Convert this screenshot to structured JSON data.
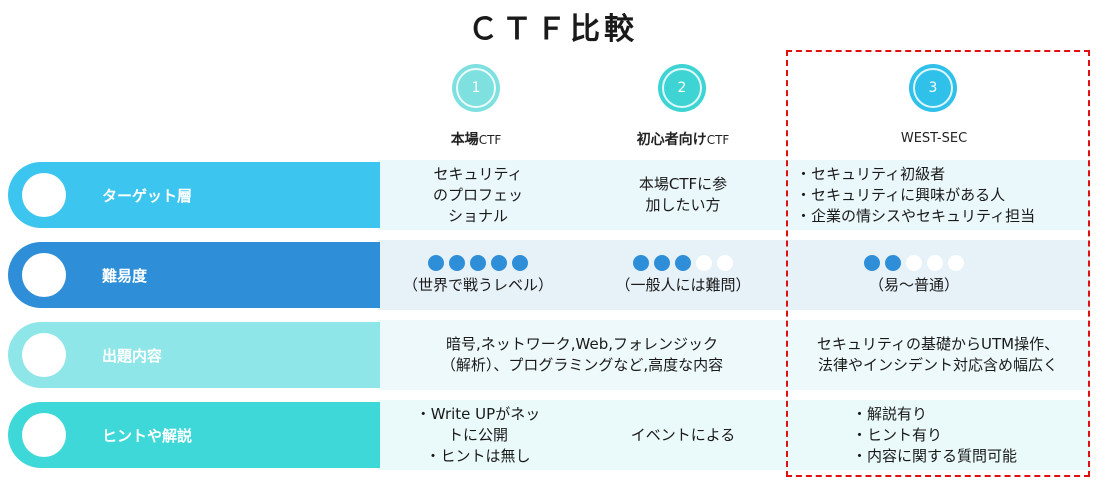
{
  "title": "ＣＴＦ比較",
  "columns": [
    {
      "number": "1",
      "name": "本場",
      "suffix": "CTF",
      "color": "#7fe0e0",
      "bold": true
    },
    {
      "number": "2",
      "name": "初心者向け",
      "suffix": "CTF",
      "color": "#3fd4d4",
      "bold": true
    },
    {
      "number": "3",
      "name": "WEST-SEC",
      "suffix": "",
      "color": "#2fc1ea",
      "bold": false
    }
  ],
  "rows": [
    {
      "label": "ターゲット層",
      "pill_color": "#3cc6ef",
      "band_color": "#eaf7fb",
      "cells": [
        [
          "セキュリティ",
          "のプロフェッ",
          "ショナル"
        ],
        [
          "本場CTFに参",
          "加したい方"
        ],
        [
          "・セキュリティ初級者",
          "・セキュリティに興味がある人",
          "・企業の情シスやセキュリティ担当"
        ]
      ]
    },
    {
      "label": "難易度",
      "pill_color": "#2e8fd8",
      "band_color": "#e6f1f8",
      "ratings": [
        {
          "filled": 5,
          "total": 5,
          "text": "（世界で戦うレベル）"
        },
        {
          "filled": 3,
          "total": 5,
          "text": "（一般人には難問）"
        },
        {
          "filled": 2,
          "total": 5,
          "text": "（易～普通）"
        }
      ]
    },
    {
      "label": "出題内容",
      "pill_color": "#8fe6e8",
      "band_color": "#eef9fb",
      "cells": [
        [
          "暗号,ネットワーク,Web,フォレンジック",
          "（解析）、プログラミングなど,高度な内容"
        ],
        [
          "セキュリティの基礎からUTM操作、",
          "法律やインシデント対応含め幅広く"
        ]
      ]
    },
    {
      "label": "ヒントや解説",
      "pill_color": "#3fd8d8",
      "band_color": "#eaf9f9",
      "cells": [
        [
          "・Write UPがネッ",
          "トに公開",
          "・ヒントは無し"
        ],
        [
          "イベントによる"
        ],
        [
          "・解説有り",
          "・ヒント有り",
          "・内容に関する質問可能"
        ]
      ]
    }
  ],
  "colors": {
    "dot_filled": "#2e8fd8",
    "dot_empty": "#ffffff",
    "highlight_border": "#e01010"
  }
}
